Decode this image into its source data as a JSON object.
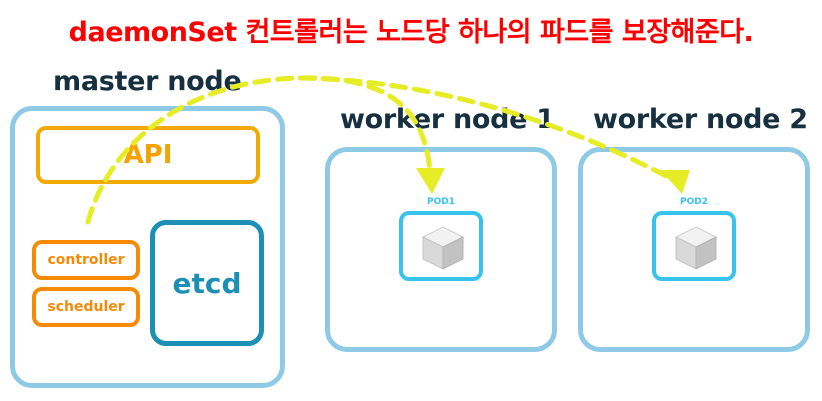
{
  "title": "daemonSet 컨트롤러는 노드당 하나의 파드를 보장해준다.",
  "master": {
    "label": "master node",
    "api": "API",
    "controller": "controller",
    "scheduler": "scheduler",
    "etcd": "etcd"
  },
  "workers": [
    {
      "label": "worker node 1",
      "pod": "POD1"
    },
    {
      "label": "worker node 2",
      "pod": "POD2"
    }
  ],
  "colors": {
    "title": "#ff0000",
    "node_text": "#17303f",
    "node_border": "#8ecae6",
    "api_border": "#f2a900",
    "api_text": "#f5a300",
    "small_box": "#f58a07",
    "etcd": "#1c8fb5",
    "pod": "#38c3ef",
    "arrow": "#e6ec26"
  },
  "icons": {
    "pod": "cube-icon"
  }
}
